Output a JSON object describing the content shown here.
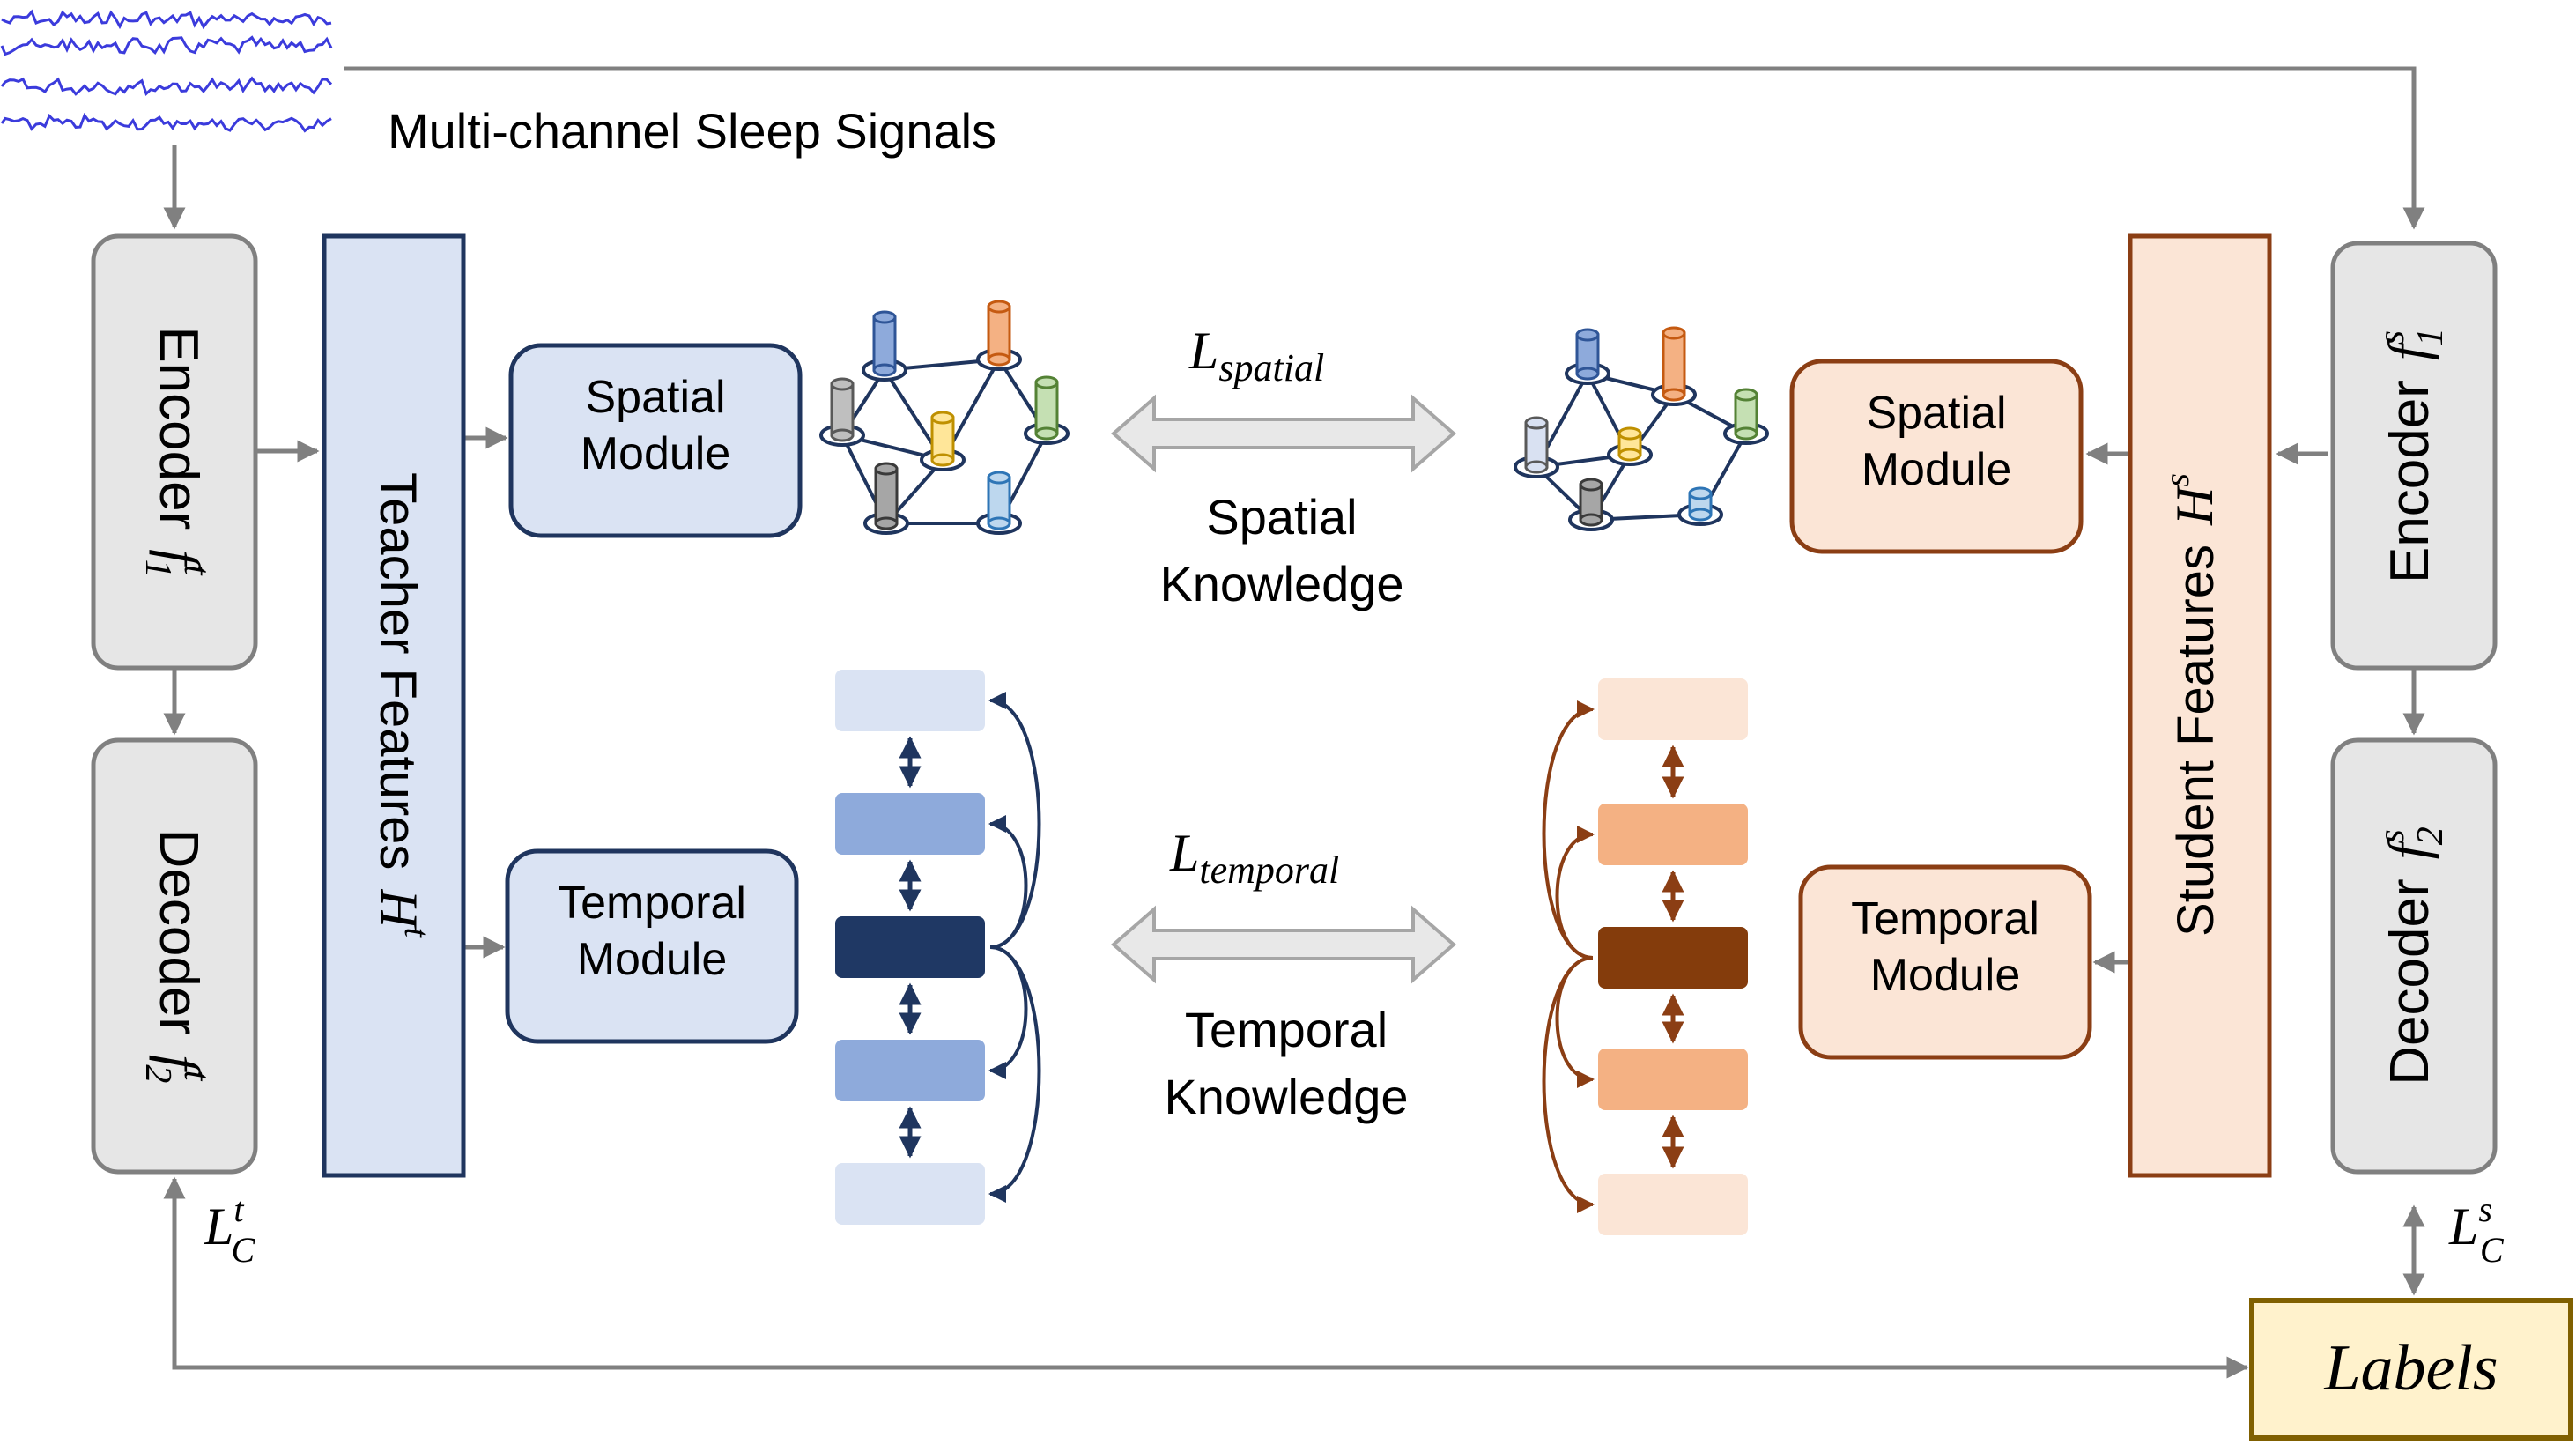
{
  "signals": {
    "title": "Multi-channel Sleep Signals"
  },
  "teacher": {
    "encoder": {
      "name": "Encoder",
      "sym": "f",
      "sup": "t",
      "sub": "1"
    },
    "decoder": {
      "name": "Decoder",
      "sym": "f",
      "sup": "t",
      "sub": "2"
    },
    "features": {
      "name": "Teacher Features",
      "sym": "H",
      "sup": "t"
    },
    "spatial_module": [
      "Spatial",
      "Module"
    ],
    "temporal_module": [
      "Temporal",
      "Module"
    ],
    "loss": {
      "sym": "L",
      "sup": "t",
      "sub": "C"
    }
  },
  "student": {
    "encoder": {
      "name": "Encoder",
      "sym": "f",
      "sup": "s",
      "sub": "1"
    },
    "decoder": {
      "name": "Decoder",
      "sym": "f",
      "sup": "s",
      "sub": "2"
    },
    "features": {
      "name": "Student Features",
      "sym": "H",
      "sup": "s"
    },
    "spatial_module": [
      "Spatial",
      "Module"
    ],
    "temporal_module": [
      "Temporal",
      "Module"
    ],
    "loss": {
      "sym": "L",
      "sup": "s",
      "sub": "C"
    }
  },
  "knowledge": {
    "spatial": {
      "loss_sym": "L",
      "loss_sub": "spatial",
      "label": [
        "Spatial",
        "Knowledge"
      ]
    },
    "temporal": {
      "loss_sym": "L",
      "loss_sub": "temporal",
      "label": [
        "Temporal",
        "Knowledge"
      ]
    }
  },
  "labels": {
    "text": "Labels"
  },
  "colors": {
    "teacher_fill": "#dbe4f3",
    "teacher_stroke": "#1f355e",
    "teacher_mid": "#8eaadb",
    "teacher_light": "#dae3f3",
    "teacher_dark": "#1f3864",
    "student_fill": "#fbe3d5",
    "student_stroke": "#8b3e14",
    "student_mid": "#f4b183",
    "student_light": "#fbe5d6",
    "student_dark": "#843c0c",
    "gray_box": "#e6e6e6",
    "gray_stroke": "#808080",
    "labels_fill": "#fff2cc",
    "signal_blue": "#3b3bdc"
  }
}
